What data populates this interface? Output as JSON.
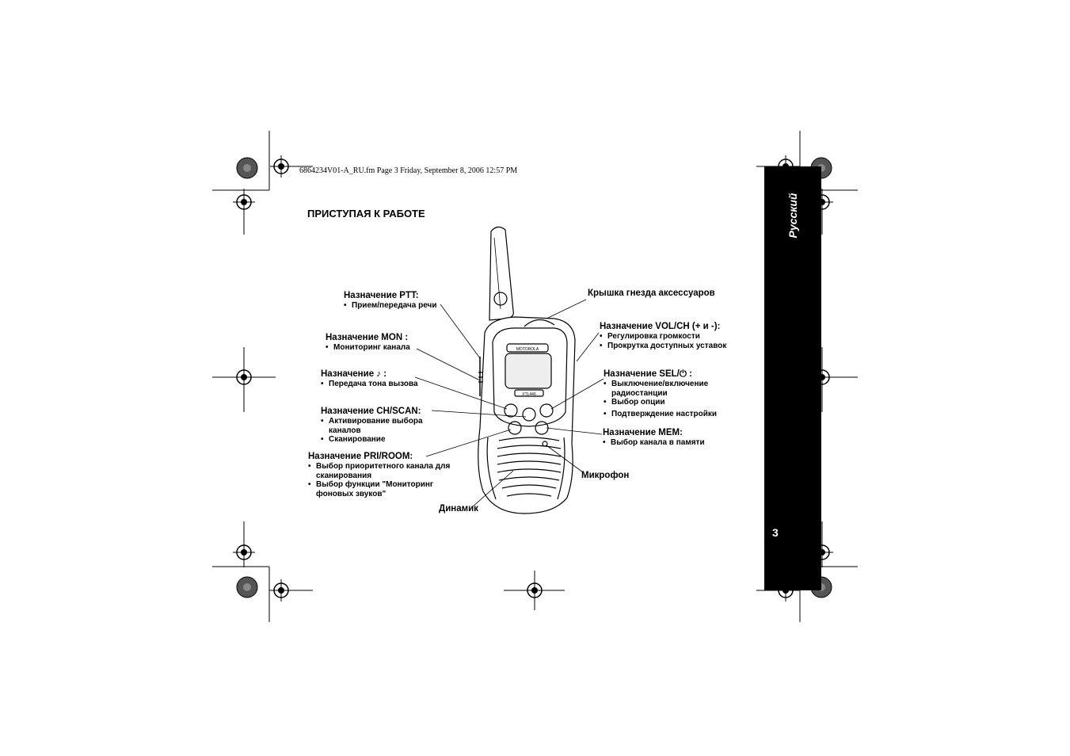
{
  "header": {
    "file_line": "6864234V01-A_RU.fm  Page 3  Friday, September 8, 2006  12:57 PM"
  },
  "page": {
    "title": "ПРИСТУПАЯ К РАБОТЕ",
    "language_tab": "Русский",
    "page_number": "3"
  },
  "device": {
    "brand_text": "MOTOROLA",
    "model_text": "XTL446"
  },
  "callouts": {
    "ptt": {
      "title": "Назначение PTT:",
      "items": [
        "Прием/передача речи"
      ]
    },
    "mon": {
      "title": "Назначение MON :",
      "items": [
        "Мониторинг канала"
      ]
    },
    "call": {
      "title": "Назначение ♪ :",
      "items": [
        "Передача тона вызова"
      ]
    },
    "chscan": {
      "title": "Назначение CH/SCAN:",
      "items": [
        "Активирование выбора каналов",
        "Сканирование"
      ]
    },
    "priroom": {
      "title": "Назначение PRI/ROOM:",
      "items": [
        "Выбор приоритетного канала для сканирования",
        "Выбор функции \"Мониторинг фоновых звуков\""
      ]
    },
    "speaker": {
      "title": "Динамик"
    },
    "accessory": {
      "title": "Крышка гнезда аксессуаров"
    },
    "volch": {
      "title": "Назначение VOL/CH (+ и -):",
      "items": [
        "Регулировка громкости",
        "Прокрутка доступных уставок"
      ]
    },
    "sel": {
      "title": "Назначение  SEL/⏻ :",
      "items": [
        "Выключение/включение радиостанции",
        "Выбор опции",
        "Подтверждение  настройки"
      ]
    },
    "mem": {
      "title": "Назначение MEM:",
      "items": [
        "Выбор канала в памяти"
      ]
    },
    "mic": {
      "title": "Микрофон"
    }
  }
}
